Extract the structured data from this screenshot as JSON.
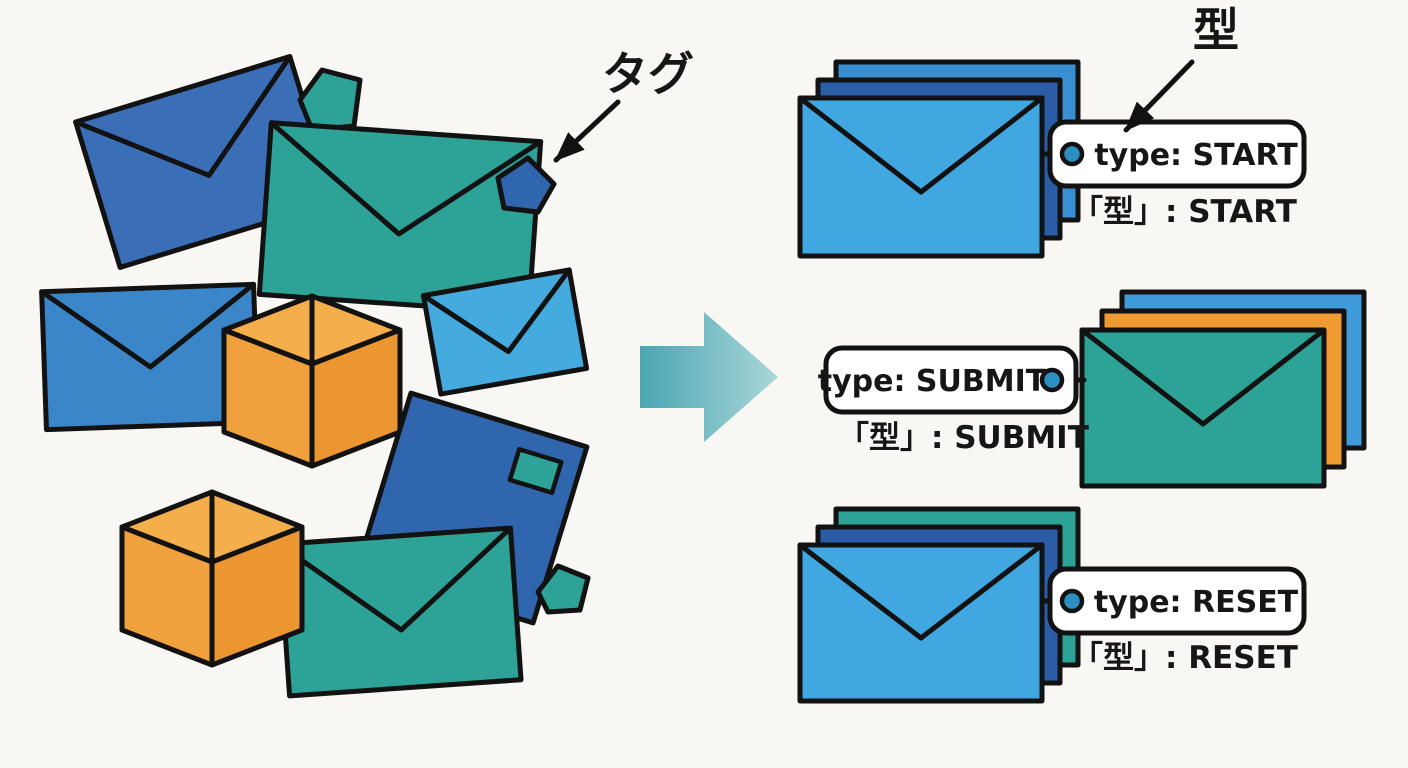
{
  "labels": {
    "pile_tag": "タグ",
    "stack_type": "型"
  },
  "stacks": [
    {
      "tag_text": "type: START",
      "caption": "「型」: START"
    },
    {
      "tag_text": "type: SUBMIT",
      "caption": "「型」: SUBMIT"
    },
    {
      "tag_text": "type: RESET",
      "caption": "「型」: RESET"
    }
  ],
  "colors": {
    "background": "#f8f7f4",
    "outline": "#121212",
    "blue_dark": "#2b5ca6",
    "blue": "#3a86c8",
    "blue_light": "#41a7e0",
    "teal": "#2da296",
    "orange": "#f0a03d",
    "arrow_teal": "#4ba5b4",
    "tag_fill": "#ffffff"
  }
}
